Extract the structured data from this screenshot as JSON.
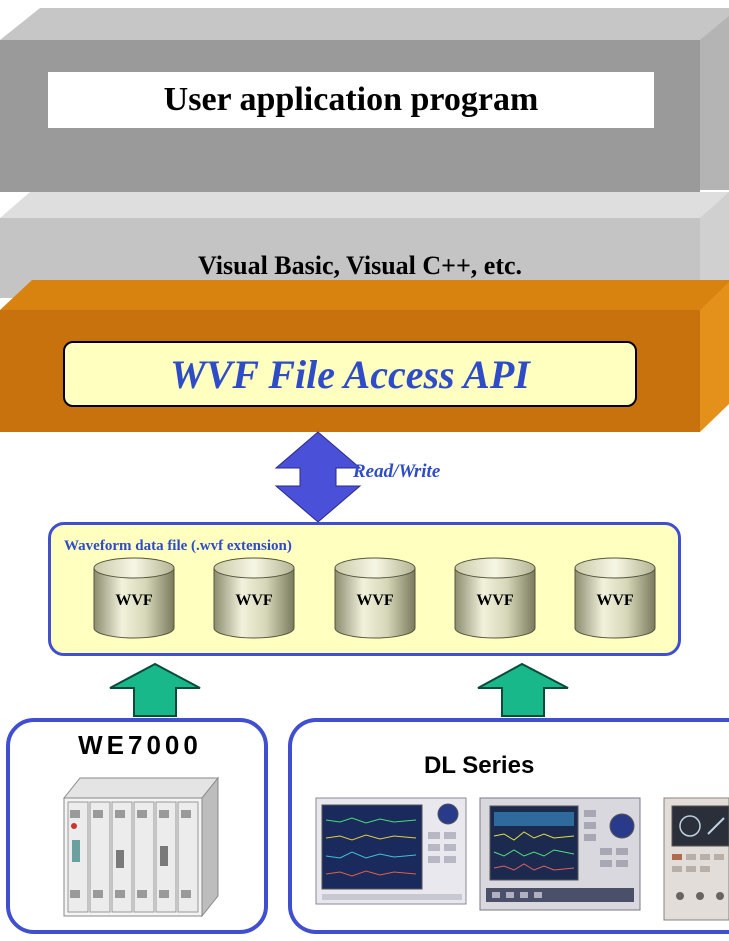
{
  "layers": {
    "app_label": "User application program",
    "lang_label": "Visual Basic, Visual C++, etc.",
    "api_label": "WVF File Access API"
  },
  "arrow": {
    "label": "Read/Write"
  },
  "file_area": {
    "title": "Waveform data file (.wvf extension)",
    "files": [
      "WVF",
      "WVF",
      "WVF",
      "WVF",
      "WVF"
    ]
  },
  "devices": {
    "we7000": {
      "title": "WE7000"
    },
    "dl_series": {
      "title": "DL Series"
    }
  },
  "colors": {
    "top_layer": "#9a9a9a",
    "mid_layer": "#c4c4c4",
    "api_layer": "#c8720e",
    "api_box": "#ffffc0",
    "blue_text": "#2f4cc8",
    "blue_arrow": "#4a50d8",
    "green_arrow": "#18b88a",
    "border_blue": "#3f4fd0"
  }
}
